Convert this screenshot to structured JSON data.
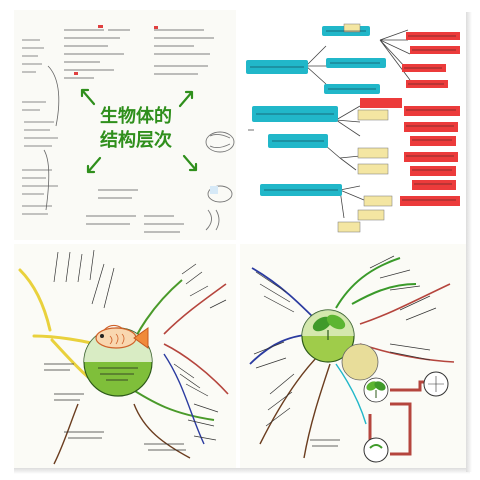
{
  "panels": {
    "top_left": {
      "title_line1": "生物体的",
      "title_line2": "结构层次"
    }
  },
  "colors": {
    "cyan_branch": "#21b7c9",
    "red_label": "#ec3b3b",
    "green_title": "#2f8f1c",
    "green_accent": "#7fbf3a",
    "yellow_branch": "#e9d13c",
    "fish_orange": "#f08a3a"
  },
  "icons": [
    "fish-illustration",
    "leaf-sprout-illustration",
    "seedling-illustration"
  ]
}
